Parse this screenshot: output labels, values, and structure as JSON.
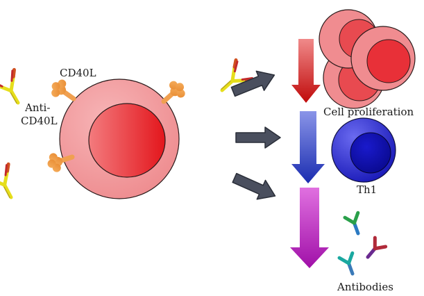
{
  "labels": {
    "cd40l": "CD40L",
    "anti_line1": "Anti-",
    "anti_line2": "CD40L",
    "cell_proliferation": "Cell proliferation",
    "th1": "Th1",
    "antibodies": "Antibodies"
  },
  "colors": {
    "cell_outer": "#f29a9c",
    "cell_nucleus": "#e8282e",
    "th1_cell": "#2a2ad0",
    "arrow_gray": "#4a4f5e",
    "arrow_red": "#c41a1a",
    "arrow_blue": "#2f3fc0",
    "arrow_purple": "#b018b8",
    "ligand_orange": "#f09a40",
    "antibody_yellow": "#e8e020",
    "antibody_red": "#c4282a"
  },
  "icons": {
    "antibody": "y-shaped-antibody-icon",
    "ligand": "cd40l-ligand-icon"
  }
}
